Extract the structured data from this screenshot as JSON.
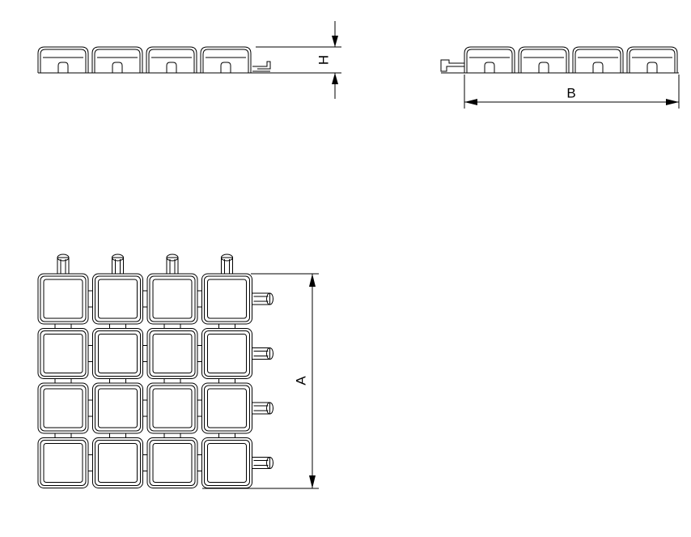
{
  "dimensions": {
    "height_label": "H",
    "width_label": "B",
    "length_label": "A"
  },
  "grid": {
    "rows": 4,
    "cols": 4
  },
  "side_views": {
    "left_tiles": 4,
    "right_tiles": 4
  }
}
